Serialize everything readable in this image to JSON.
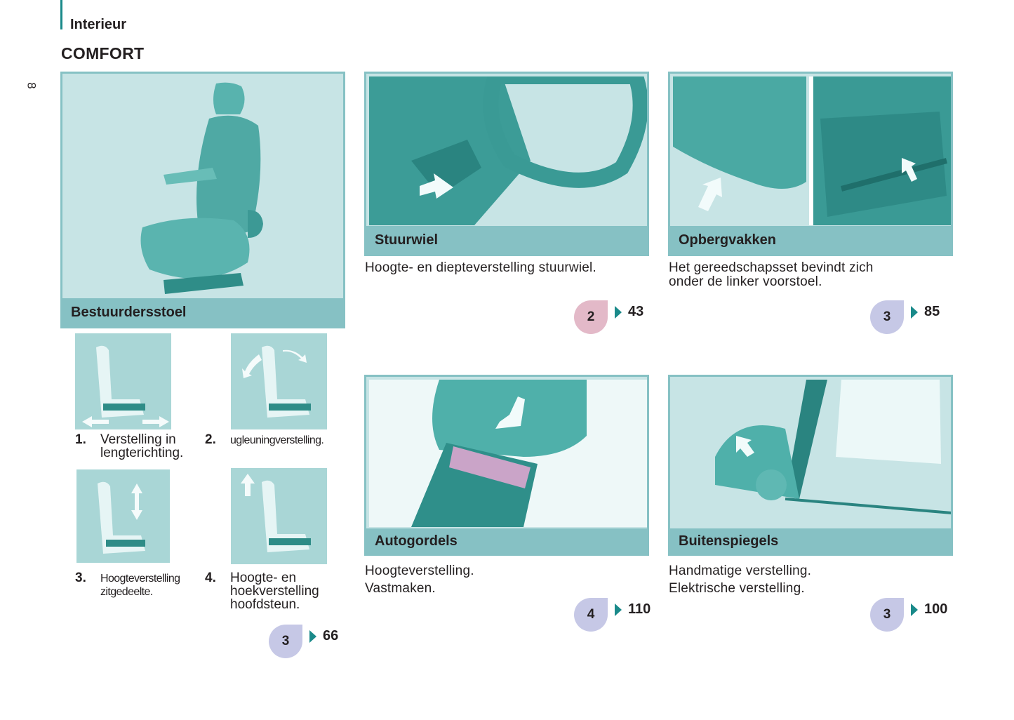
{
  "header": {
    "section": "Interieur",
    "page_number": "8",
    "title": "COMFORT"
  },
  "cards": {
    "seat": {
      "label": "Bestuurdersstoel"
    },
    "steering": {
      "label": "Stuurwiel",
      "desc": "Hoogte- en diepteverstelling stuurwiel.",
      "chapter": "2",
      "page": "43"
    },
    "storage": {
      "label": "Opbergvakken",
      "desc_1": "Het gereedschapsset bevindt zich",
      "desc_2": "onder de linker voorstoel.",
      "chapter": "3",
      "page": "85"
    },
    "belts": {
      "label": "Autogordels",
      "desc_1": "Hoogteverstelling.",
      "desc_2": "Vastmaken.",
      "chapter": "4",
      "page": "110"
    },
    "mirrors": {
      "label": "Buitenspiegels",
      "desc_1": "Handmatige verstelling.",
      "desc_2": "Elektrische verstelling.",
      "chapter": "3",
      "page": "100"
    }
  },
  "seat_adjustments": {
    "items": [
      {
        "num": "1.",
        "line_1": "Verstelling in",
        "line_2": "lengterichting."
      },
      {
        "num": "2.",
        "line_1": "ugleuningverstelling."
      },
      {
        "num": "3.",
        "line_1": "Hoogteverstelling",
        "line_2": "zitgedeelte."
      },
      {
        "num": "4.",
        "line_1": "Hoogte- en",
        "line_2": "hoekverstelling",
        "line_3": "hoofdsteun."
      }
    ],
    "chapter": "3",
    "page": "66"
  },
  "colors": {
    "accent": "#1a8a8a",
    "card_border": "#86c1c4",
    "card_bg": "#c7e4e5",
    "badge_pink": "#e3b9c8",
    "badge_lilac": "#c6c8e6"
  }
}
